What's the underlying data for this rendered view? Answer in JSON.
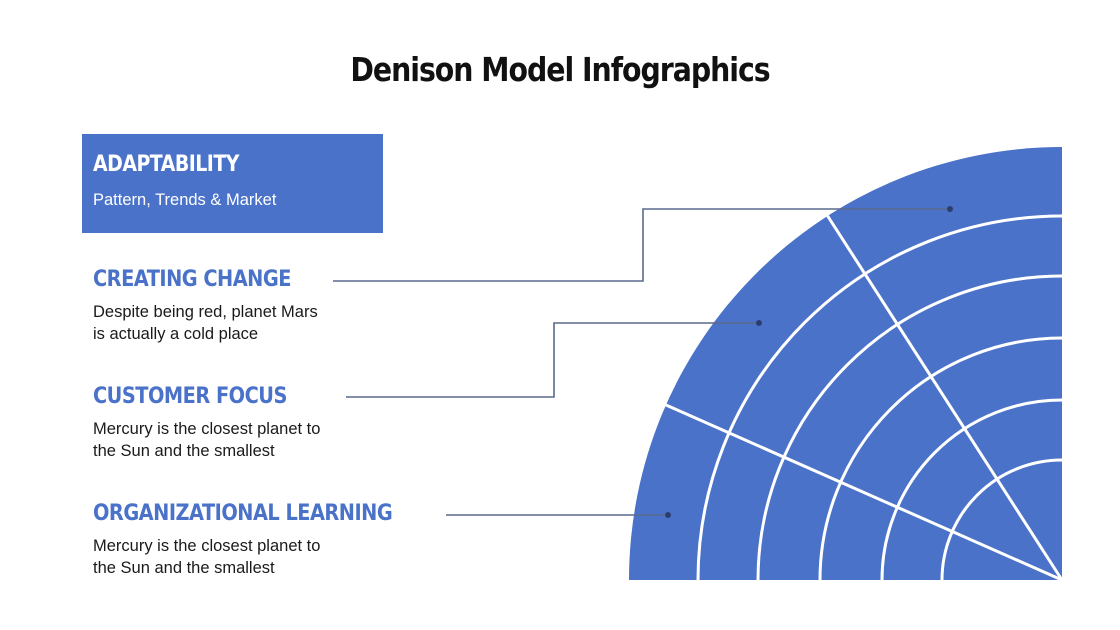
{
  "title": "Denison Model Infographics",
  "colors": {
    "accent": "#4a72c9",
    "connector": "#5a6a8c",
    "connector_dot": "#2a3f6e",
    "text": "#1a1a1a",
    "background": "#ffffff"
  },
  "adaptability": {
    "heading": "ADAPTABILITY",
    "subtitle": "Pattern, Trends & Market"
  },
  "items": [
    {
      "heading": "CREATING CHANGE",
      "description_line1": "Despite being red, planet Mars",
      "description_line2": "is actually a cold place"
    },
    {
      "heading": "CUSTOMER FOCUS",
      "description_line1": "Mercury is the closest planet to",
      "description_line2": "the Sun and the smallest"
    },
    {
      "heading": "ORGANIZATIONAL LEARNING",
      "description_line1": "Mercury is the closest planet to",
      "description_line2": "the Sun and the smallest"
    }
  ],
  "diagram": {
    "type": "quarter-circle-radial-grid",
    "rings": 7,
    "sectors": 3
  }
}
